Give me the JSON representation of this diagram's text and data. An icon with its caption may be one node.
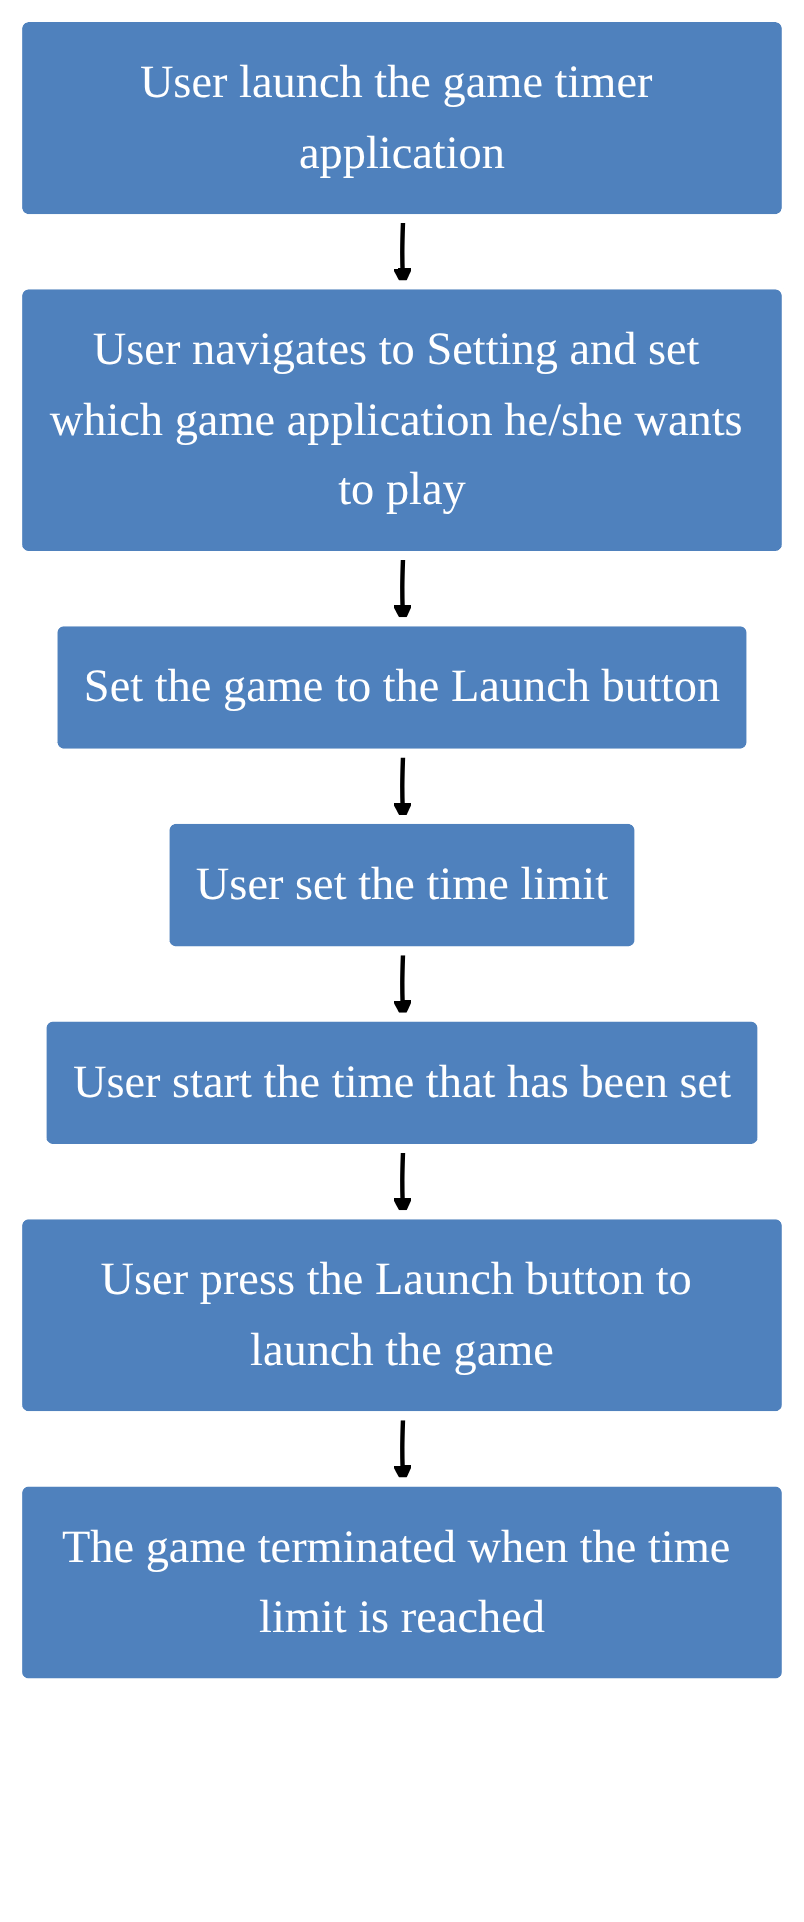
{
  "diagram": {
    "nodes": [
      {
        "text": [
          "User launch the game timer application"
        ]
      },
      {
        "text": [
          "User navigates to Setting and set which game application he/she wants to play"
        ]
      },
      {
        "text": [
          "Set the game to the Launch button"
        ]
      },
      {
        "text": [
          "User set the time limit"
        ]
      },
      {
        "text": [
          "User start the time that has been set"
        ]
      },
      {
        "text": [
          "User press the Launch button to launch the game"
        ]
      },
      {
        "text": [
          "The game terminated when the time limit is reached"
        ]
      }
    ],
    "edges": [
      {
        "from": 0,
        "to": 1,
        "arrow": "to"
      },
      {
        "from": 1,
        "to": 2,
        "arrow": "to"
      },
      {
        "from": 2,
        "to": 3,
        "arrow": "to"
      },
      {
        "from": 3,
        "to": 4,
        "arrow": "to"
      },
      {
        "from": 4,
        "to": 5,
        "arrow": "to"
      },
      {
        "from": 5,
        "to": 6,
        "arrow": "to"
      }
    ]
  }
}
